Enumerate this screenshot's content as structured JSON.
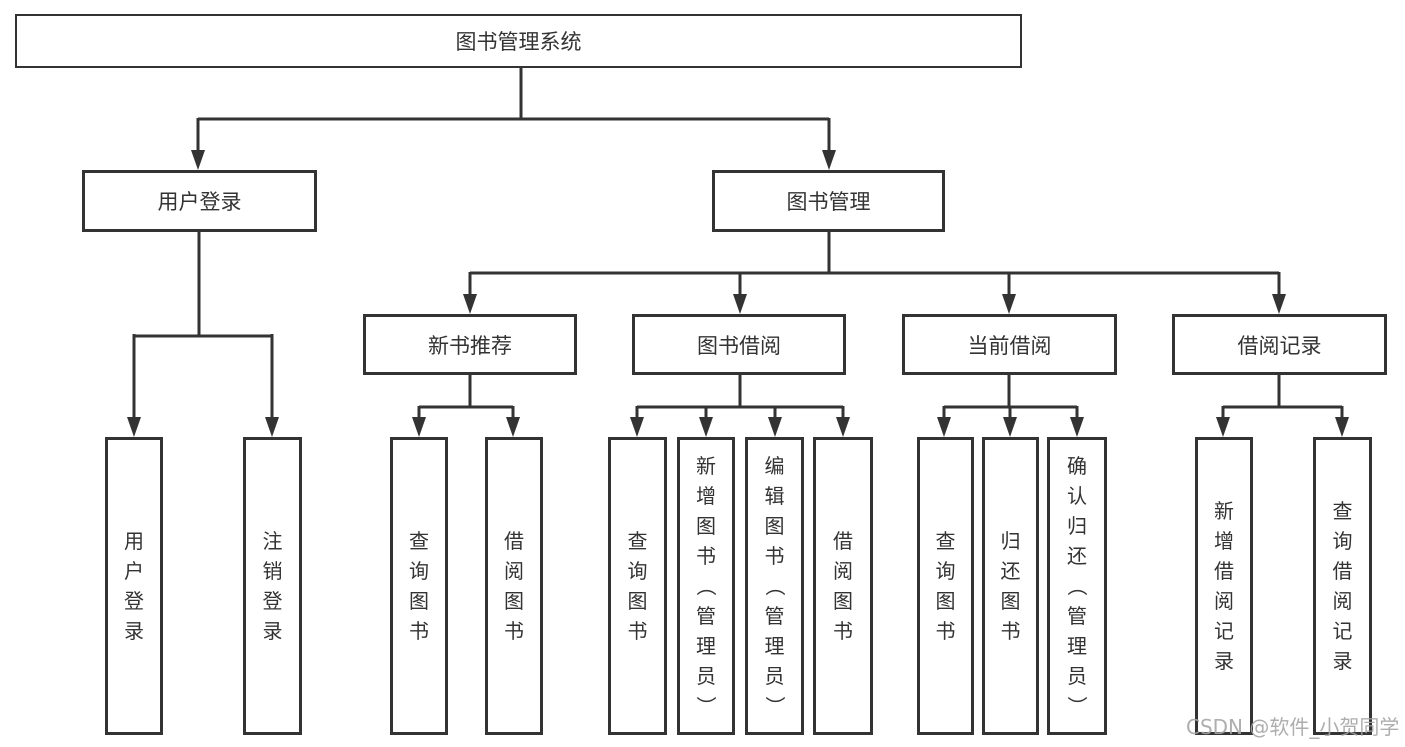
{
  "diagram": {
    "root": {
      "label": "图书管理系统"
    },
    "level1": [
      {
        "label": "用户登录"
      },
      {
        "label": "图书管理"
      }
    ],
    "level2": [
      {
        "label": "新书推荐"
      },
      {
        "label": "图书借阅"
      },
      {
        "label": "当前借阅"
      },
      {
        "label": "借阅记录"
      }
    ],
    "leaves": [
      {
        "label": "用户登录"
      },
      {
        "label": "注销登录"
      },
      {
        "label": "查询图书"
      },
      {
        "label": "借阅图书"
      },
      {
        "label": "查询图书"
      },
      {
        "label": "新增图书（管理员）"
      },
      {
        "label": "编辑图书（管理员）"
      },
      {
        "label": "借阅图书"
      },
      {
        "label": "查询图书"
      },
      {
        "label": "归还图书"
      },
      {
        "label": "确认归还（管理员）"
      },
      {
        "label": "新增借阅记录"
      },
      {
        "label": "查询借阅记录"
      }
    ],
    "watermark": "CSDN @软件_小贺同学",
    "colors": {
      "line": "#333333",
      "text": "#333333",
      "background": "#ffffff",
      "watermark": "#a5a5a5"
    }
  }
}
